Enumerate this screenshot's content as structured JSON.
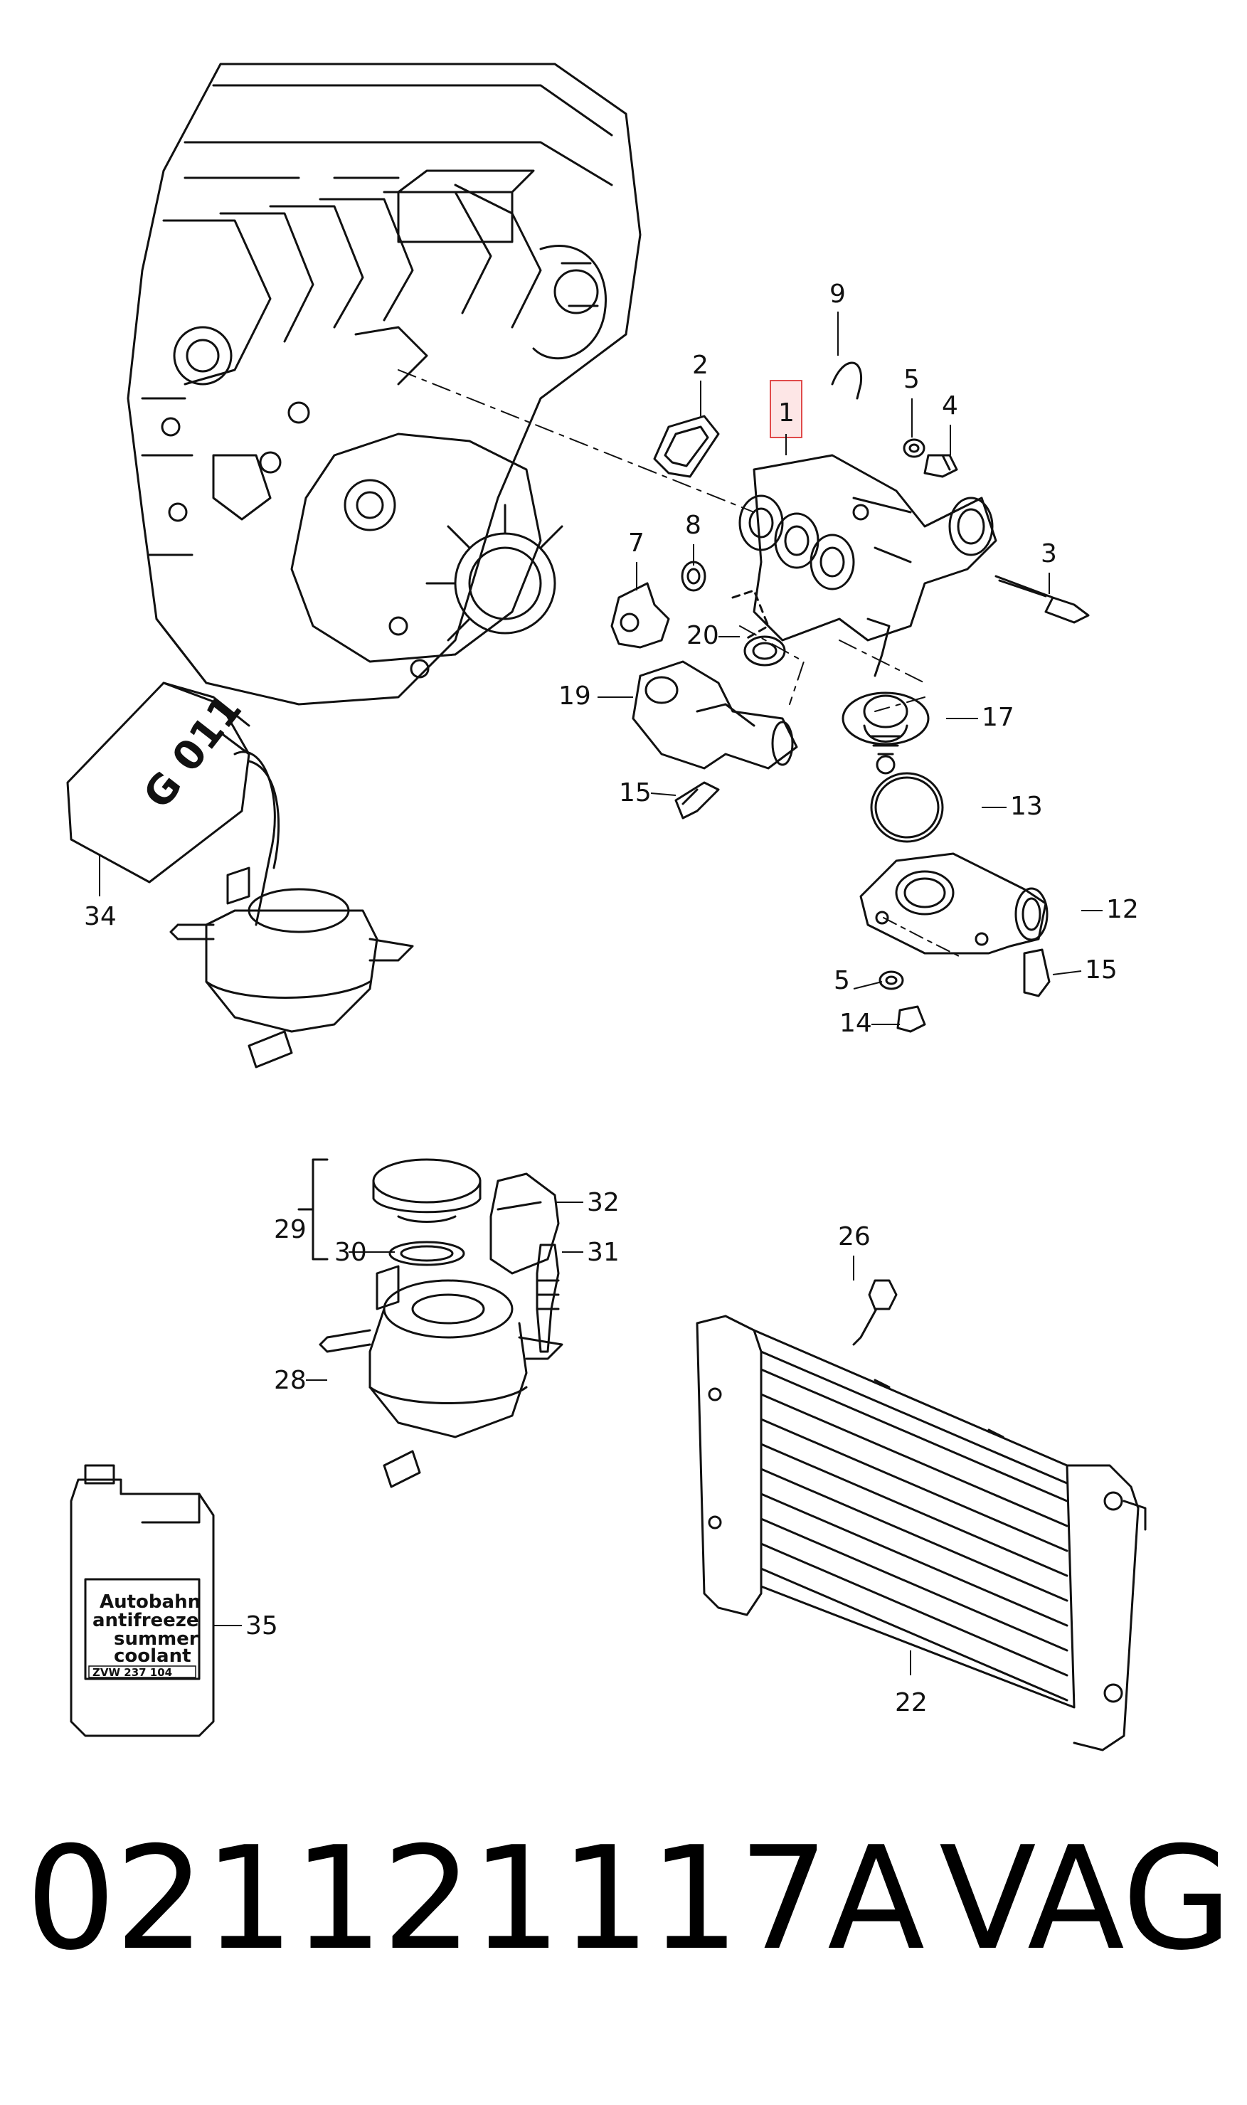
{
  "diagram": {
    "callouts": [
      "1",
      "2",
      "3",
      "4",
      "5",
      "7",
      "8",
      "9",
      "12",
      "13",
      "14",
      "15",
      "17",
      "19",
      "20",
      "22",
      "26",
      "28",
      "29",
      "30",
      "31",
      "32",
      "34",
      "35"
    ],
    "highlighted_callout": "1"
  },
  "labels": {
    "canister": "G 011",
    "jug_line1": "Autobahn",
    "jug_line2": "antifreeze",
    "jug_line3": "summer",
    "jug_line4": "coolant",
    "jug_code": "ZVW 237 104"
  },
  "footer": {
    "part_number": "021121117A",
    "brand": "VAG"
  },
  "colors": {
    "highlight_fill": "#fde6e6",
    "highlight_stroke": "#e04a4a",
    "ink": "#111111"
  }
}
